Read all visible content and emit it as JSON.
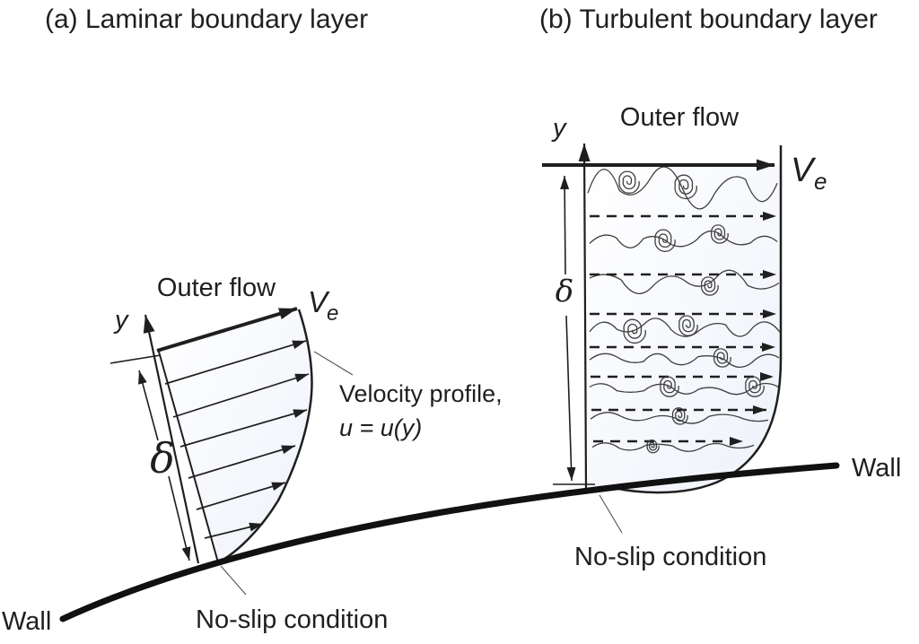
{
  "figure": {
    "background_color": "#ffffff",
    "ink_color": "#1f1f1f",
    "eddy_color": "#3f3f3f",
    "tint_color": "#eef2fa",
    "panel_a": {
      "title": "(a) Laminar boundary layer",
      "outer_flow_label": "Outer flow",
      "y_axis_label": "y",
      "edge_velocity_symbol": "V",
      "edge_velocity_subscript": "e",
      "boundary_thickness_symbol": "δ",
      "profile_caption_line1": "Velocity profile,",
      "profile_caption_line2": "u = u(y)",
      "no_slip_label": "No-slip condition",
      "wall_label": "Wall"
    },
    "panel_b": {
      "title": "(b) Turbulent boundary layer",
      "outer_flow_label": "Outer flow",
      "y_axis_label": "y",
      "edge_velocity_symbol": "V",
      "edge_velocity_subscript": "e",
      "boundary_thickness_symbol": "δ",
      "no_slip_label": "No-slip condition",
      "wall_label": "Wall"
    }
  }
}
